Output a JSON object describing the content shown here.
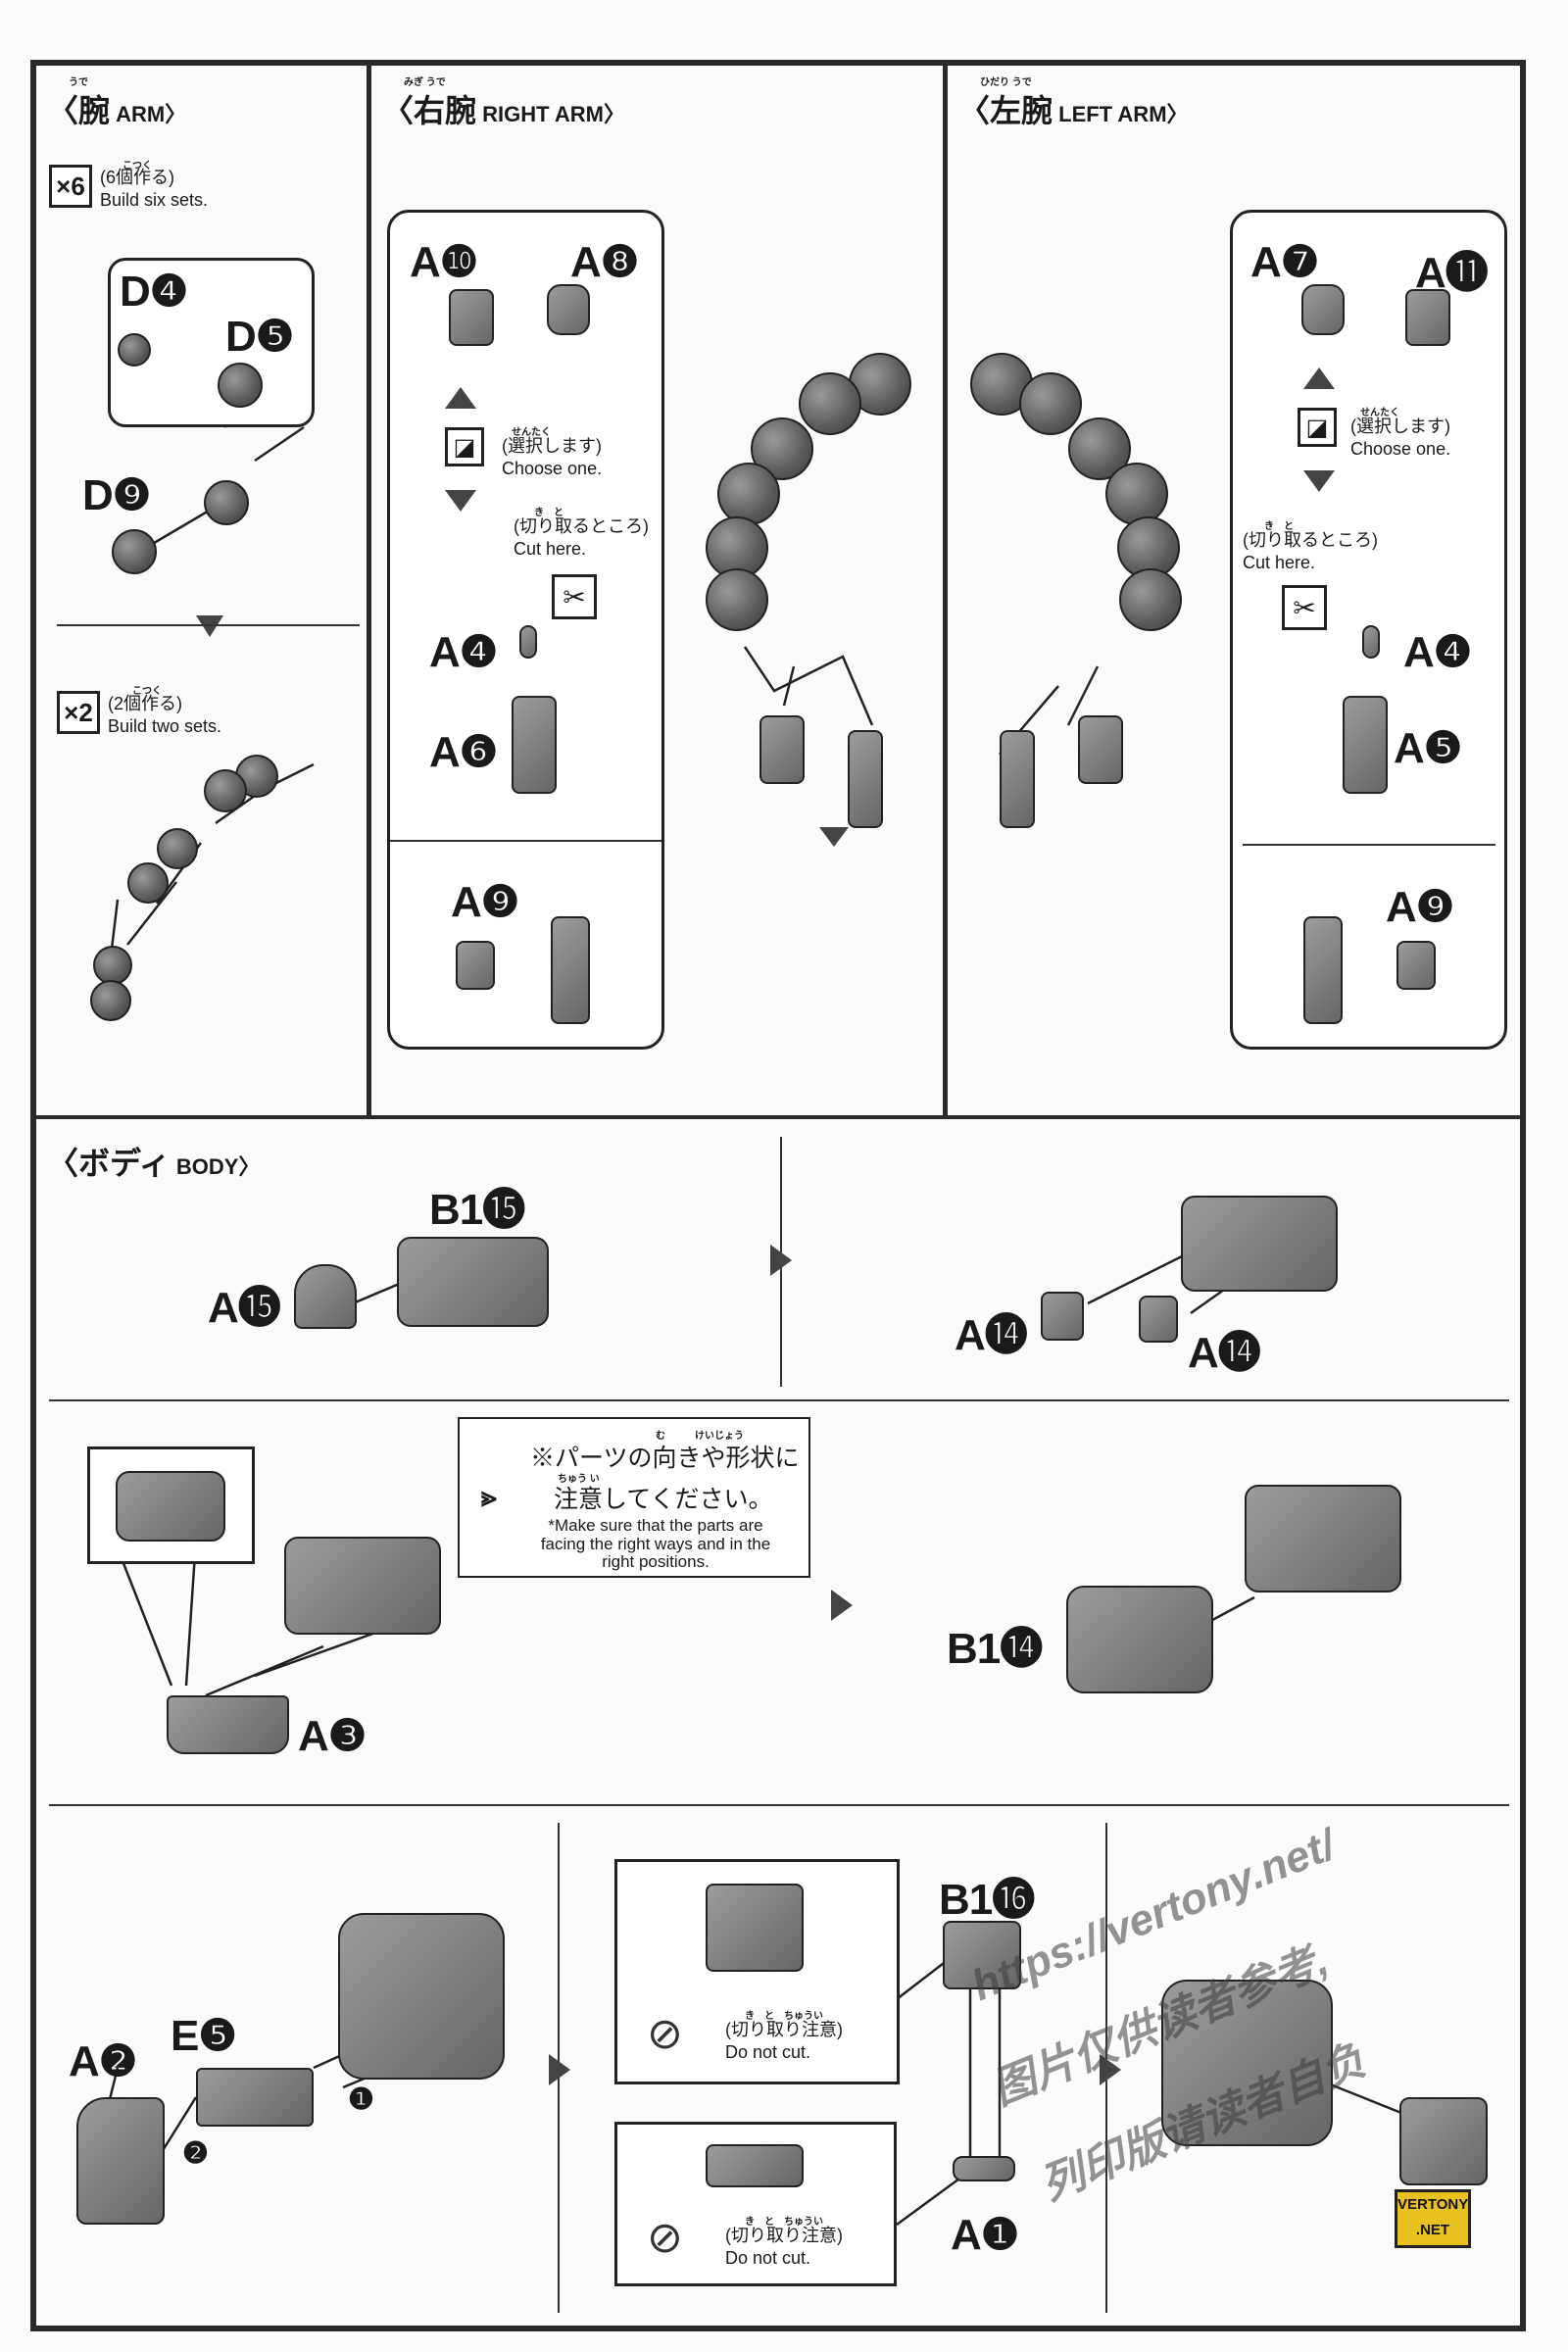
{
  "arm": {
    "title_ruby": "うで",
    "title_jp": "〈腕",
    "title_en": " ARM〉",
    "x6": "×6",
    "x6_ruby": "こつく",
    "x6_jp": "(6個作る)",
    "x6_en": "Build six sets.",
    "x2": "×2",
    "x2_ruby": "こつく",
    "x2_jp": "(2個作る)",
    "x2_en": "Build two sets.",
    "parts": {
      "d4": "D❹",
      "d5": "D❺",
      "d9": "D❾"
    }
  },
  "right_arm": {
    "title_ruby": "みぎ うで",
    "title_jp": "〈右腕",
    "title_en": " RIGHT ARM〉",
    "choose_ruby": "せんたく",
    "choose_jp": "(選択します)",
    "choose_en": "Choose one.",
    "cut_ruby": "き　と",
    "cut_jp": "(切り取るところ)",
    "cut_en": "Cut here.",
    "parts": {
      "a10": "A❿",
      "a8": "A❽",
      "a4": "A❹",
      "a6": "A❻",
      "a9": "A❾"
    }
  },
  "left_arm": {
    "title_ruby": "ひだり うで",
    "title_jp": "〈左腕",
    "title_en": " LEFT ARM〉",
    "choose_ruby": "せんたく",
    "choose_jp": "(選択します)",
    "choose_en": "Choose one.",
    "cut_ruby": "き　と",
    "cut_jp": "(切り取るところ)",
    "cut_en": "Cut here.",
    "parts": {
      "a7": "A❼",
      "a11": "A⓫",
      "a4": "A❹",
      "a5": "A❺",
      "a9": "A❾"
    }
  },
  "body": {
    "title_jp": "〈ボディ",
    "title_en": " BODY〉",
    "parts": {
      "b1_15": "B1⓯",
      "a15": "A⓯",
      "a14a": "A⓮",
      "a14b": "A⓮",
      "a3": "A❸",
      "b1_14": "B1⓮",
      "a2": "A❷",
      "e5": "E❺",
      "step1": "❶",
      "step2": "❷",
      "b1_16": "B1⓰",
      "a1": "A❶"
    },
    "note_jp1": "※パーツの向きや形状に",
    "note_ruby1": "む　　　けいじょう",
    "note_jp2": "注意してください。",
    "note_ruby2": "ちゅう い",
    "note_en": "*Make sure that the parts are facing the right ways and in the right positions.",
    "caution_ruby": "き　と　ちゅうい",
    "caution_jp": "(切り取り注意)",
    "caution_en": "Do not cut."
  },
  "watermark": {
    "url": "https://vertony.net/",
    "line1": "图片仅供读者参考,",
    "line2": "列印版请读者自负",
    "logo": "VERTONY .NET"
  }
}
